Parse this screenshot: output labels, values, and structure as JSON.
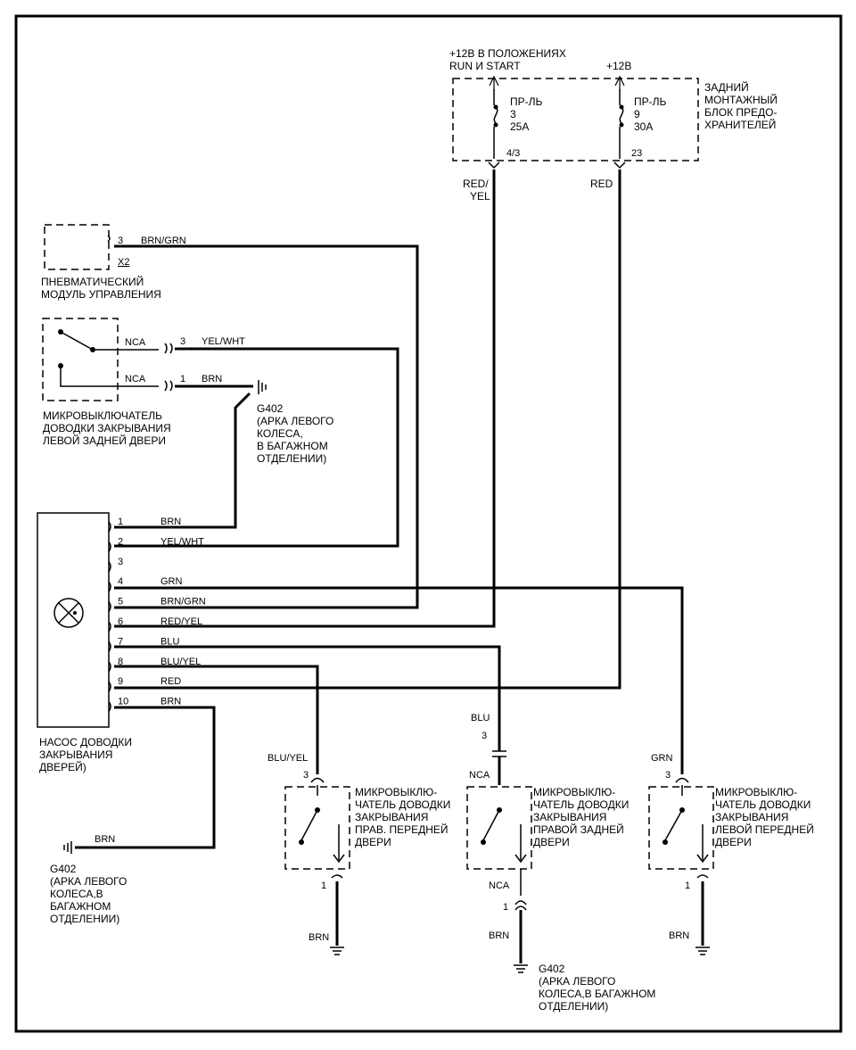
{
  "fuse_block": {
    "supply1": [
      "+12В В ПОЛОЖЕНИЯХ",
      "RUN И START"
    ],
    "supply2": "+12В",
    "fuse3": [
      "ПР-ЛЬ",
      "3",
      "25А"
    ],
    "fuse9": [
      "ПР-ЛЬ",
      "9",
      "30А"
    ],
    "pin_a": "4/3",
    "pin_b": "23",
    "label": [
      "ЗАДНИЙ",
      "МОНТАЖНЫЙ",
      "БЛОК ПРЕДО-",
      "ХРАНИТЕЛЕЙ"
    ],
    "wire_a": [
      "RED/",
      "YEL"
    ],
    "wire_b": "RED"
  },
  "pneumatic_module": {
    "pin": "3",
    "wire": "BRN/GRN",
    "connector": "X2",
    "label": [
      "ПНЕВМАТИЧЕСКИЙ",
      "МОДУЛЬ УПРАВЛЕНИЯ"
    ]
  },
  "rear_left_switch": {
    "nca1": "NCA",
    "pin1": "3",
    "wire1": "YEL/WHT",
    "nca2": "NCA",
    "pin2": "1",
    "wire2": "BRN",
    "label": [
      "МИКРОВЫКЛЮЧАТЕЛЬ",
      "ДОВОДКИ  ЗАКРЫВАНИЯ",
      "ЛЕВОЙ ЗАДНЕЙ ДВЕРИ"
    ]
  },
  "ground_top": {
    "name": "G402",
    "desc": [
      "(АРКА ЛЕВОГО",
      "КОЛЕСА,",
      "В БАГАЖНОМ",
      "ОТДЕЛЕНИИ)"
    ]
  },
  "pump": {
    "pins": [
      "1",
      "2",
      "3",
      "4",
      "5",
      "6",
      "7",
      "8",
      "9",
      "10"
    ],
    "wires": [
      "BRN",
      "YEL/WHT",
      "",
      "GRN",
      "BRN/GRN",
      "RED/YEL",
      "BLU",
      "BLU/YEL",
      "RED",
      "BRN"
    ],
    "label": [
      "НАСОС ДОВОДКИ",
      "ЗАКРЫВАНИЯ",
      "ДВЕРЕЙ)"
    ]
  },
  "ground_left": {
    "wire": "BRN",
    "name": "G402",
    "desc": [
      "(АРКА ЛЕВОГО",
      "КОЛЕСА,В",
      "БАГАЖНОМ",
      "ОТДЕЛЕНИИ)"
    ]
  },
  "switch_rf": {
    "wire_in": "BLU/YEL",
    "pin_in": "3",
    "pin_out": "1",
    "wire_out": "BRN",
    "label": [
      "МИКРОВЫКЛЮ-",
      "ЧАТЕЛЬ ДОВОДКИ",
      "ЗАКРЫВАНИЯ",
      "ПРАВ. ПЕРЕДНЕЙ",
      "ДВЕРИ"
    ]
  },
  "switch_rr": {
    "wire_in": "BLU",
    "pin_in": "3",
    "nca_in": "NCA",
    "nca_out": "NCA",
    "pin_out": "1",
    "wire_out": "BRN",
    "label": [
      "МИКРОВЫКЛЮ-",
      "ЧАТЕЛЬ ДОВОДКИ",
      "ЗАКРЫВАНИЯ",
      "ПРАВОЙ ЗАДНЕЙ",
      "ДВЕРИ"
    ]
  },
  "switch_lf": {
    "wire_in": "GRN",
    "pin_in": "3",
    "pin_out": "1",
    "wire_out": "BRN",
    "label": [
      "МИКРОВЫКЛЮ-",
      "ЧАТЕЛЬ ДОВОДКИ",
      "ЗАКРЫВАНИЯ",
      "ЛЕВОЙ ПЕРЕДНЕЙ",
      "ДВЕРИ"
    ]
  },
  "ground_bottom": {
    "name": "G402",
    "desc": [
      "(АРКА ЛЕВОГО",
      "КОЛЕСА,В БАГАЖНОМ",
      "ОТДЕЛЕНИИ)"
    ]
  }
}
